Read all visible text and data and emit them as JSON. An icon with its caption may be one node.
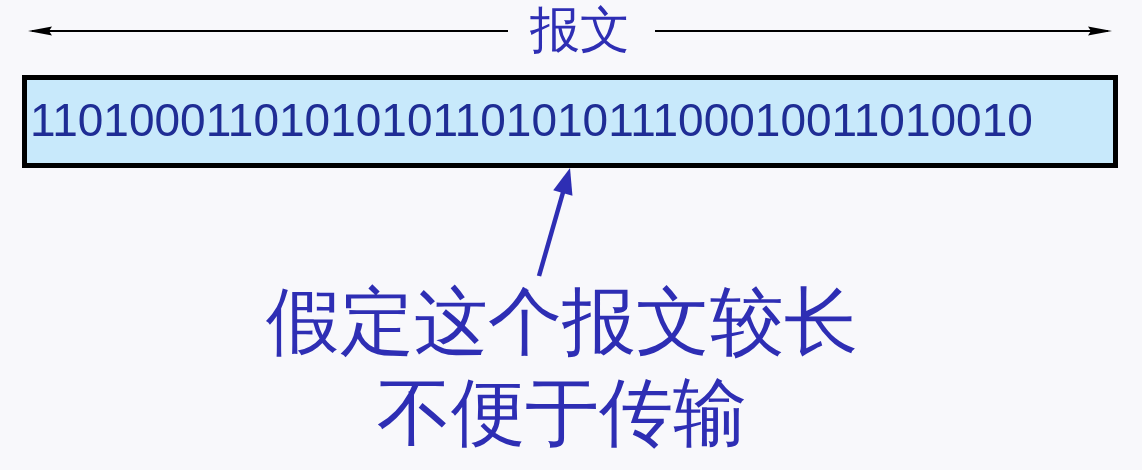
{
  "diagram": {
    "nodes": [
      {
        "text": [
          "1101000110101010110101011100010011010010"
        ]
      },
      {
        "text": [
          "假定这个报文较长不便于传输"
        ]
      }
    ],
    "edges": [
      {
        "from": 1,
        "to": 0,
        "arrow": "to"
      }
    ],
    "labels": [
      "报文"
    ]
  }
}
